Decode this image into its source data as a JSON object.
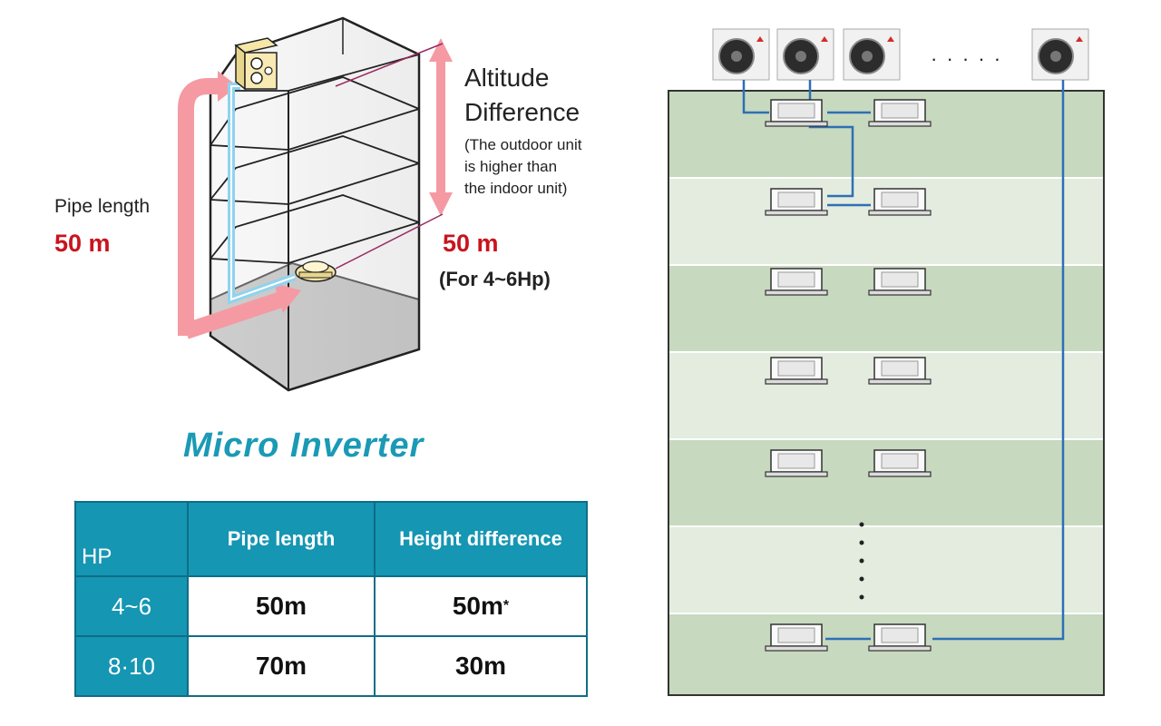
{
  "building_diagram": {
    "altitude_title_line1": "Altitude",
    "altitude_title_line2": "Difference",
    "altitude_note_line1": "(The outdoor unit",
    "altitude_note_line2": "is higher than",
    "altitude_note_line3": "the indoor unit)",
    "altitude_value": "50 m",
    "altitude_condition": "(For 4~6Hp)",
    "pipe_length_label": "Pipe length",
    "pipe_length_value": "50 m"
  },
  "brand_title": "Micro Inverter",
  "spec_table": {
    "corner_label": "HP",
    "headers": [
      "Pipe length",
      "Height difference"
    ],
    "rows": [
      {
        "hp": "4~6",
        "pipe_length": "50m",
        "height_difference": "50m",
        "mark": "*"
      },
      {
        "hp": "8·10",
        "pipe_length": "70m",
        "height_difference": "30m",
        "mark": ""
      }
    ]
  },
  "system_layout": {
    "ellipsis": "· · · · ·"
  },
  "colors": {
    "teal": "#1a9ab5",
    "table_teal": "#1596b3",
    "red_value": "#c8141e",
    "pink_arrow": "#f59aa2",
    "blue_pipe": "#8fd3ee",
    "floor_green": "#c7d9bf",
    "floor_light": "#e3ecdf",
    "pipe_line": "#2f6fb4"
  }
}
